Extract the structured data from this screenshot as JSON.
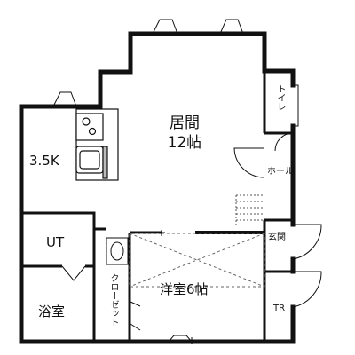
{
  "rooms": {
    "living": {
      "name": "居間",
      "size": "12帖"
    },
    "kitchen": {
      "size": "3.5K"
    },
    "ut": {
      "name": "UT"
    },
    "bath": {
      "name": "浴室"
    },
    "closet": {
      "name": "クローゼット"
    },
    "bedroom": {
      "name": "洋室6帖"
    },
    "toilet": {
      "name": "トイレ"
    },
    "hall": {
      "name": "ホール"
    },
    "entrance": {
      "name": "玄関"
    },
    "tr": {
      "name": "TR"
    }
  }
}
